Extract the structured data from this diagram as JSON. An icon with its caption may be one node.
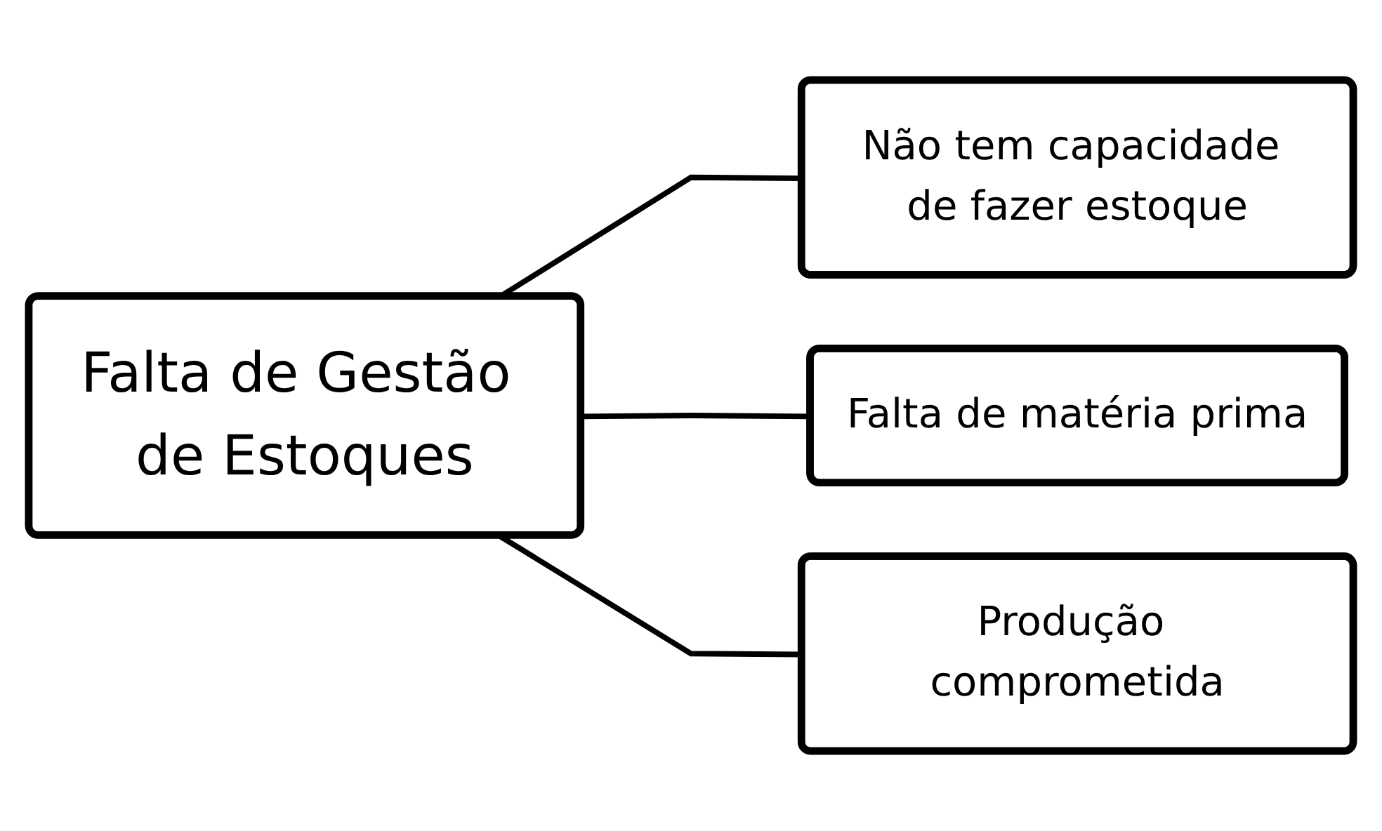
{
  "diagram": {
    "nodes": [
      {
        "text": [
          "Falta de Gestão de Estoques"
        ]
      },
      {
        "text": [
          "Não tem capacidade de fazer estoque"
        ]
      },
      {
        "text": [
          "Falta de matéria prima"
        ]
      },
      {
        "text": [
          "Produção comprometida"
        ]
      }
    ],
    "edges": [
      {
        "from": 0,
        "to": 1,
        "arrow": "none"
      },
      {
        "from": 0,
        "to": 2,
        "arrow": "none"
      },
      {
        "from": 0,
        "to": 3,
        "arrow": "none"
      }
    ]
  }
}
